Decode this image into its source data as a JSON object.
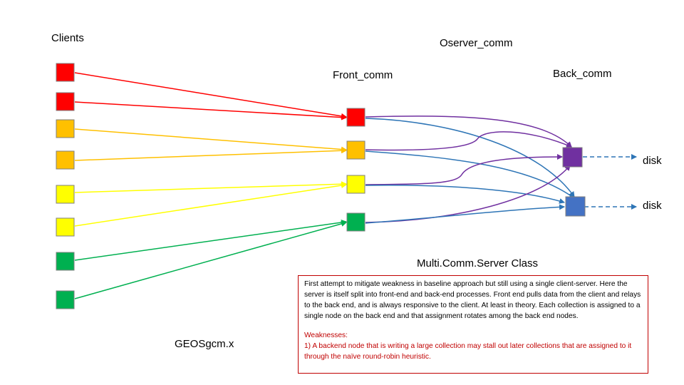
{
  "labels": {
    "clients": "Clients",
    "oserver": "Oserver_comm",
    "front": "Front_comm",
    "back": "Back_comm",
    "disk1": "disk",
    "disk2": "disk",
    "class_name": "Multi.Comm.Server Class",
    "geos": "GEOSgcm.x"
  },
  "description": {
    "text": "First attempt to mitigate weakness in baseline approach but still using a single client-server. Here the server is itself split into front-end and back-end processes.   Front end pulls data from the client and relays to the back end, and is always responsive to the client.  At least in theory. Each collection is assigned to a single node on the back end and that assignment rotates among the back end nodes.",
    "weak_title": "Weaknesses:",
    "weak_item": "1)  A backend node that is writing a large collection may stall out later collections that are assigned to it through the naïve round-robin heuristic."
  },
  "colors": {
    "red": "#ff0000",
    "orange": "#ffc000",
    "yellow": "#ffff00",
    "green": "#00b050",
    "purple": "#7030a0",
    "blue": "#4472c4",
    "dark_blue": "#2e75b6",
    "border_red": "#c00000"
  }
}
